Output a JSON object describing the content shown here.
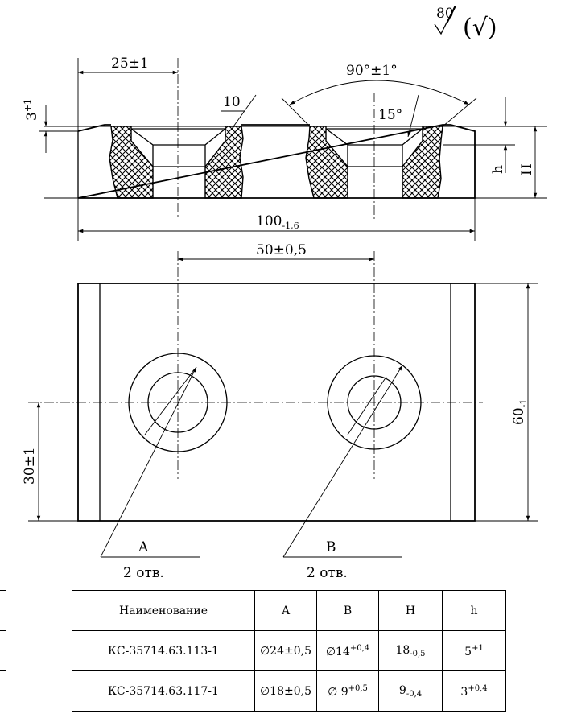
{
  "roughness": {
    "value": "80",
    "symbol": "(√)"
  },
  "section_view": {
    "dim_edge_to_hole": "25±1",
    "dim_chamfer_width": "10",
    "dim_chamfer_depth": {
      "base": "3",
      "tol": "+1"
    },
    "dim_countersink_angle": "90°±1°",
    "dim_bevel_angle": "15°",
    "dim_length": {
      "base": "100",
      "tol": "-1,6"
    },
    "label_h": "h",
    "label_H": "H"
  },
  "plan_view": {
    "dim_hole_spacing": "50±0,5",
    "dim_width": {
      "base": "60",
      "tol": "-1"
    },
    "dim_centerline_offset": "30±1",
    "leader_A": {
      "letter": "A",
      "note": "2 отв."
    },
    "leader_B": {
      "letter": "B",
      "note": "2 отв."
    }
  },
  "spec_table": {
    "headers": [
      "Наименование",
      "A",
      "B",
      "H",
      "h"
    ],
    "rows": [
      {
        "name": "КС-35714.63.113-1",
        "A": {
          "base": "∅24±0,5"
        },
        "B": {
          "base": "∅14",
          "sup": "+0,4"
        },
        "H": {
          "base": "18",
          "sub": "-0,5"
        },
        "h": {
          "base": "5",
          "sup": "+1"
        }
      },
      {
        "name": "КС-35714.63.117-1",
        "A": {
          "base": "∅18±0,5"
        },
        "B": {
          "base": "∅ 9",
          "sup": "+0,5"
        },
        "H": {
          "base": "9",
          "sub": "-0,4"
        },
        "h": {
          "base": "3",
          "sup": "+0,4"
        }
      }
    ]
  }
}
